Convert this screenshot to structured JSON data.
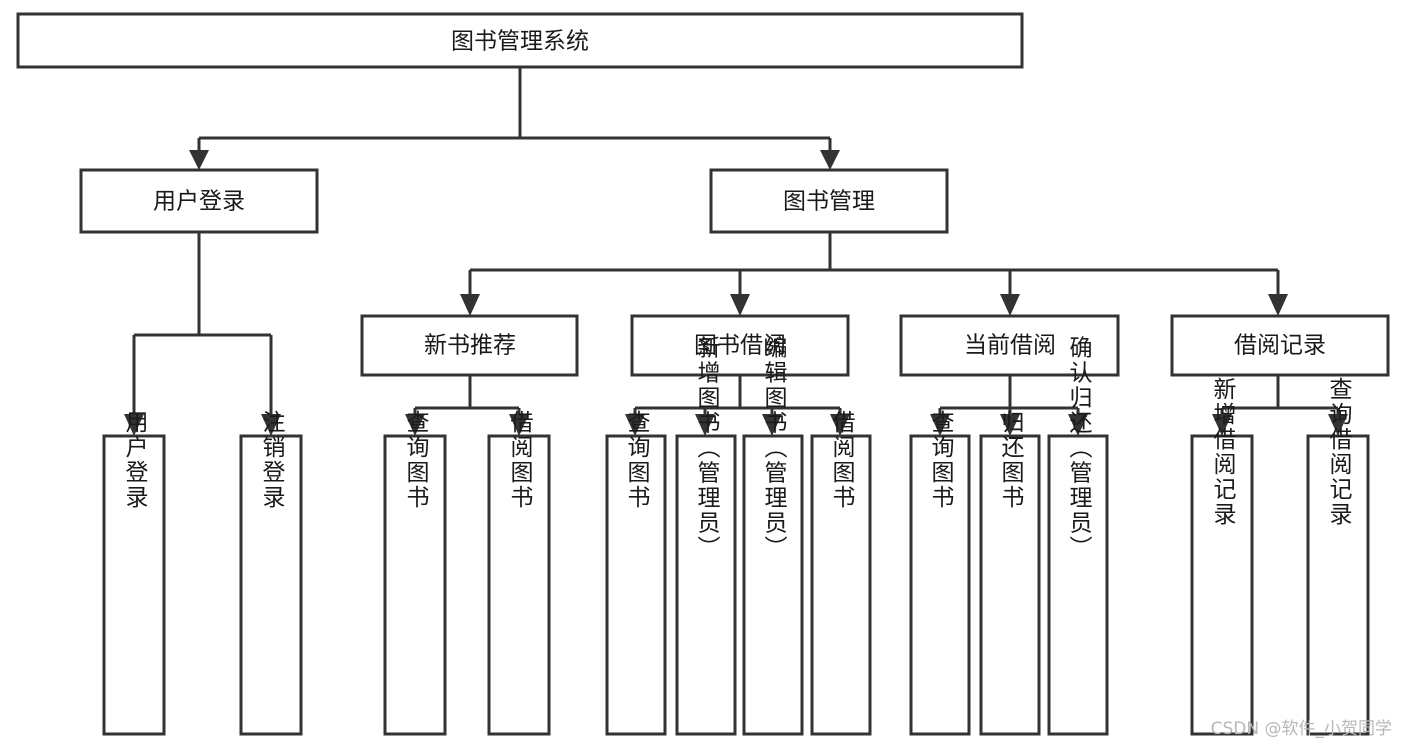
{
  "diagram": {
    "title": "图书管理系统",
    "type": "tree-hierarchy",
    "root": {
      "id": "root",
      "label": "图书管理系统"
    },
    "level2": [
      {
        "id": "user-login",
        "label": "用户登录"
      },
      {
        "id": "book-management",
        "label": "图书管理"
      }
    ],
    "level3": [
      {
        "id": "new-book-recommend",
        "label": "新书推荐",
        "parent": "book-management"
      },
      {
        "id": "book-borrow",
        "label": "图书借阅",
        "parent": "book-management"
      },
      {
        "id": "current-borrow",
        "label": "当前借阅",
        "parent": "book-management"
      },
      {
        "id": "borrow-record",
        "label": "借阅记录",
        "parent": "book-management"
      }
    ],
    "leaves": {
      "user-login": [
        {
          "id": "leaf-user-login",
          "label": "用户登录"
        },
        {
          "id": "leaf-user-logout",
          "label": "注销登录"
        }
      ],
      "new-book-recommend": [
        {
          "id": "leaf-query-book-1",
          "label": "查询图书"
        },
        {
          "id": "leaf-borrow-book-1",
          "label": "借阅图书"
        }
      ],
      "book-borrow": [
        {
          "id": "leaf-query-book-2",
          "label": "查询图书"
        },
        {
          "id": "leaf-add-book",
          "label": "新增图书（管理员）"
        },
        {
          "id": "leaf-edit-book",
          "label": "编辑图书（管理员）"
        },
        {
          "id": "leaf-borrow-book-2",
          "label": "借阅图书"
        }
      ],
      "current-borrow": [
        {
          "id": "leaf-query-book-3",
          "label": "查询图书"
        },
        {
          "id": "leaf-return-book",
          "label": "归还图书"
        },
        {
          "id": "leaf-confirm-return",
          "label": "确认归还（管理员）"
        }
      ],
      "borrow-record": [
        {
          "id": "leaf-add-record",
          "label": "新增借阅记录"
        },
        {
          "id": "leaf-query-record",
          "label": "查询借阅记录"
        }
      ]
    },
    "colors": {
      "box_stroke": "#333333",
      "box_fill": "#ffffff",
      "text": "#1a1a1a",
      "connector": "#333333",
      "watermark": "#b8b8b8",
      "background": "#ffffff"
    }
  },
  "watermark": {
    "text": "CSDN @软件_小贺同学"
  }
}
